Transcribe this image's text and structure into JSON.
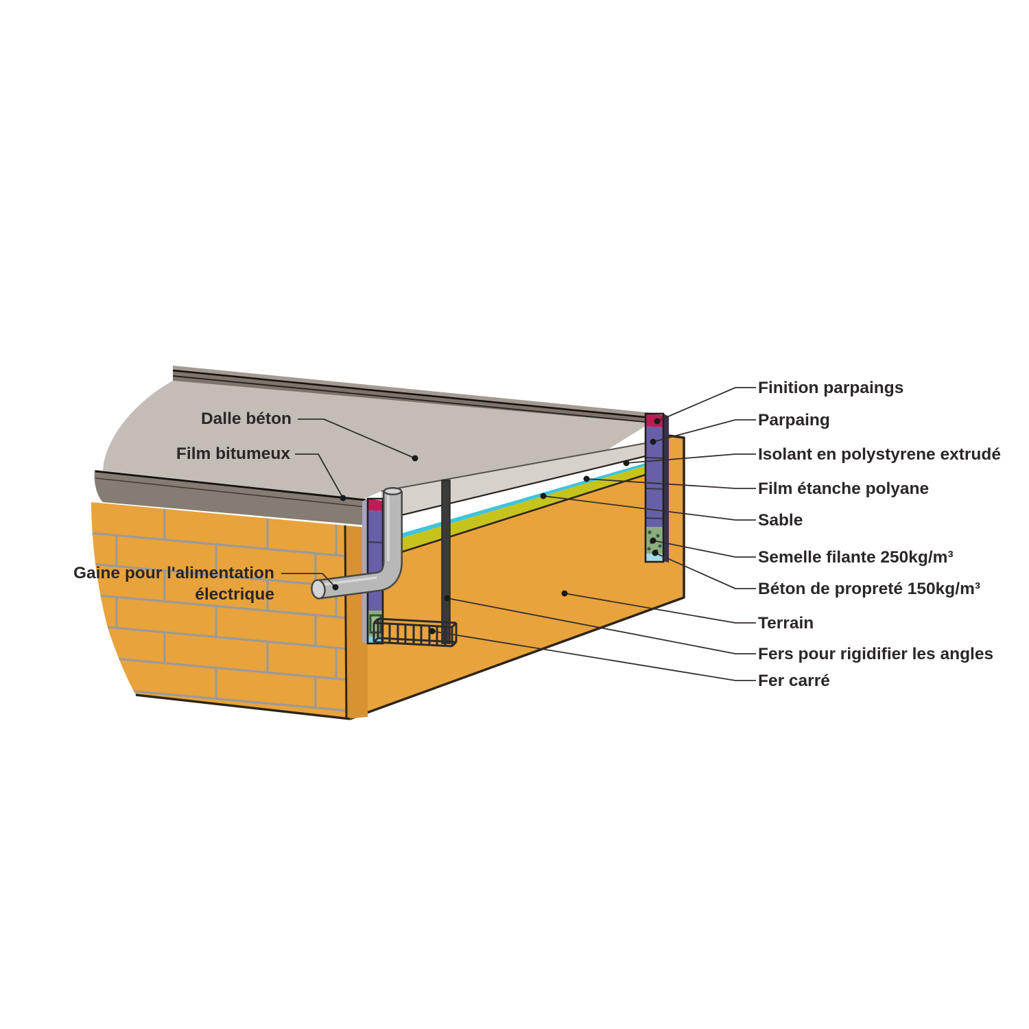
{
  "figure": {
    "type": "technical-diagram",
    "subject": "Coupe technique d'une dalle béton sur terre-plein (détail de fondation)",
    "background": "#ffffff",
    "colors": {
      "terrain_orange": "#e8a33c",
      "wall_side_orange": "#d79331",
      "slab_top_gray": "#c3bdb5",
      "slab_front_gray": "#d6d1ca",
      "band_dark_gray": "#7d756b",
      "film_bitumeux_gray": "#857d73",
      "insulation_white": "#ffffff",
      "film_polyane_cyan": "#3fc4dc",
      "sand_yellow": "#c6c31d",
      "parpaing_purple": "#675fa7",
      "finition_red": "#be1c56",
      "semelle_green": "#8eac80",
      "beton_proprete_blue": "#a5d9e8",
      "pipe_gray": "#b8b8b8",
      "iron_dark": "#3a3a3a",
      "mortar_gray": "#9a9a9a",
      "outline": "#2e2519",
      "text_color": "#2b2627"
    },
    "labels_left": [
      {
        "id": "dalle-beton",
        "text": "Dalle béton"
      },
      {
        "id": "film-bitumeux",
        "text": "Film bitumeux"
      },
      {
        "id": "gaine-alimentation",
        "line1": "Gaine pour l'alimentation",
        "line2": "électrique"
      }
    ],
    "labels_right": [
      {
        "id": "finition-parpaings",
        "text": "Finition parpaings"
      },
      {
        "id": "parpaing",
        "text": "Parpaing"
      },
      {
        "id": "isolant-polystyrene",
        "text": "Isolant en polystyrene extrudé"
      },
      {
        "id": "film-etanche-polyane",
        "text": "Film étanche polyane"
      },
      {
        "id": "sable",
        "text": "Sable"
      },
      {
        "id": "semelle-filante",
        "text": "Semelle filante 250kg/m³"
      },
      {
        "id": "beton-proprete",
        "text": "Béton de propreté 150kg/m³"
      },
      {
        "id": "terrain",
        "text": "Terrain"
      },
      {
        "id": "fers-angles",
        "text": "Fers pour rigidifier les angles"
      },
      {
        "id": "fer-carre",
        "text": "Fer carré"
      }
    ]
  }
}
